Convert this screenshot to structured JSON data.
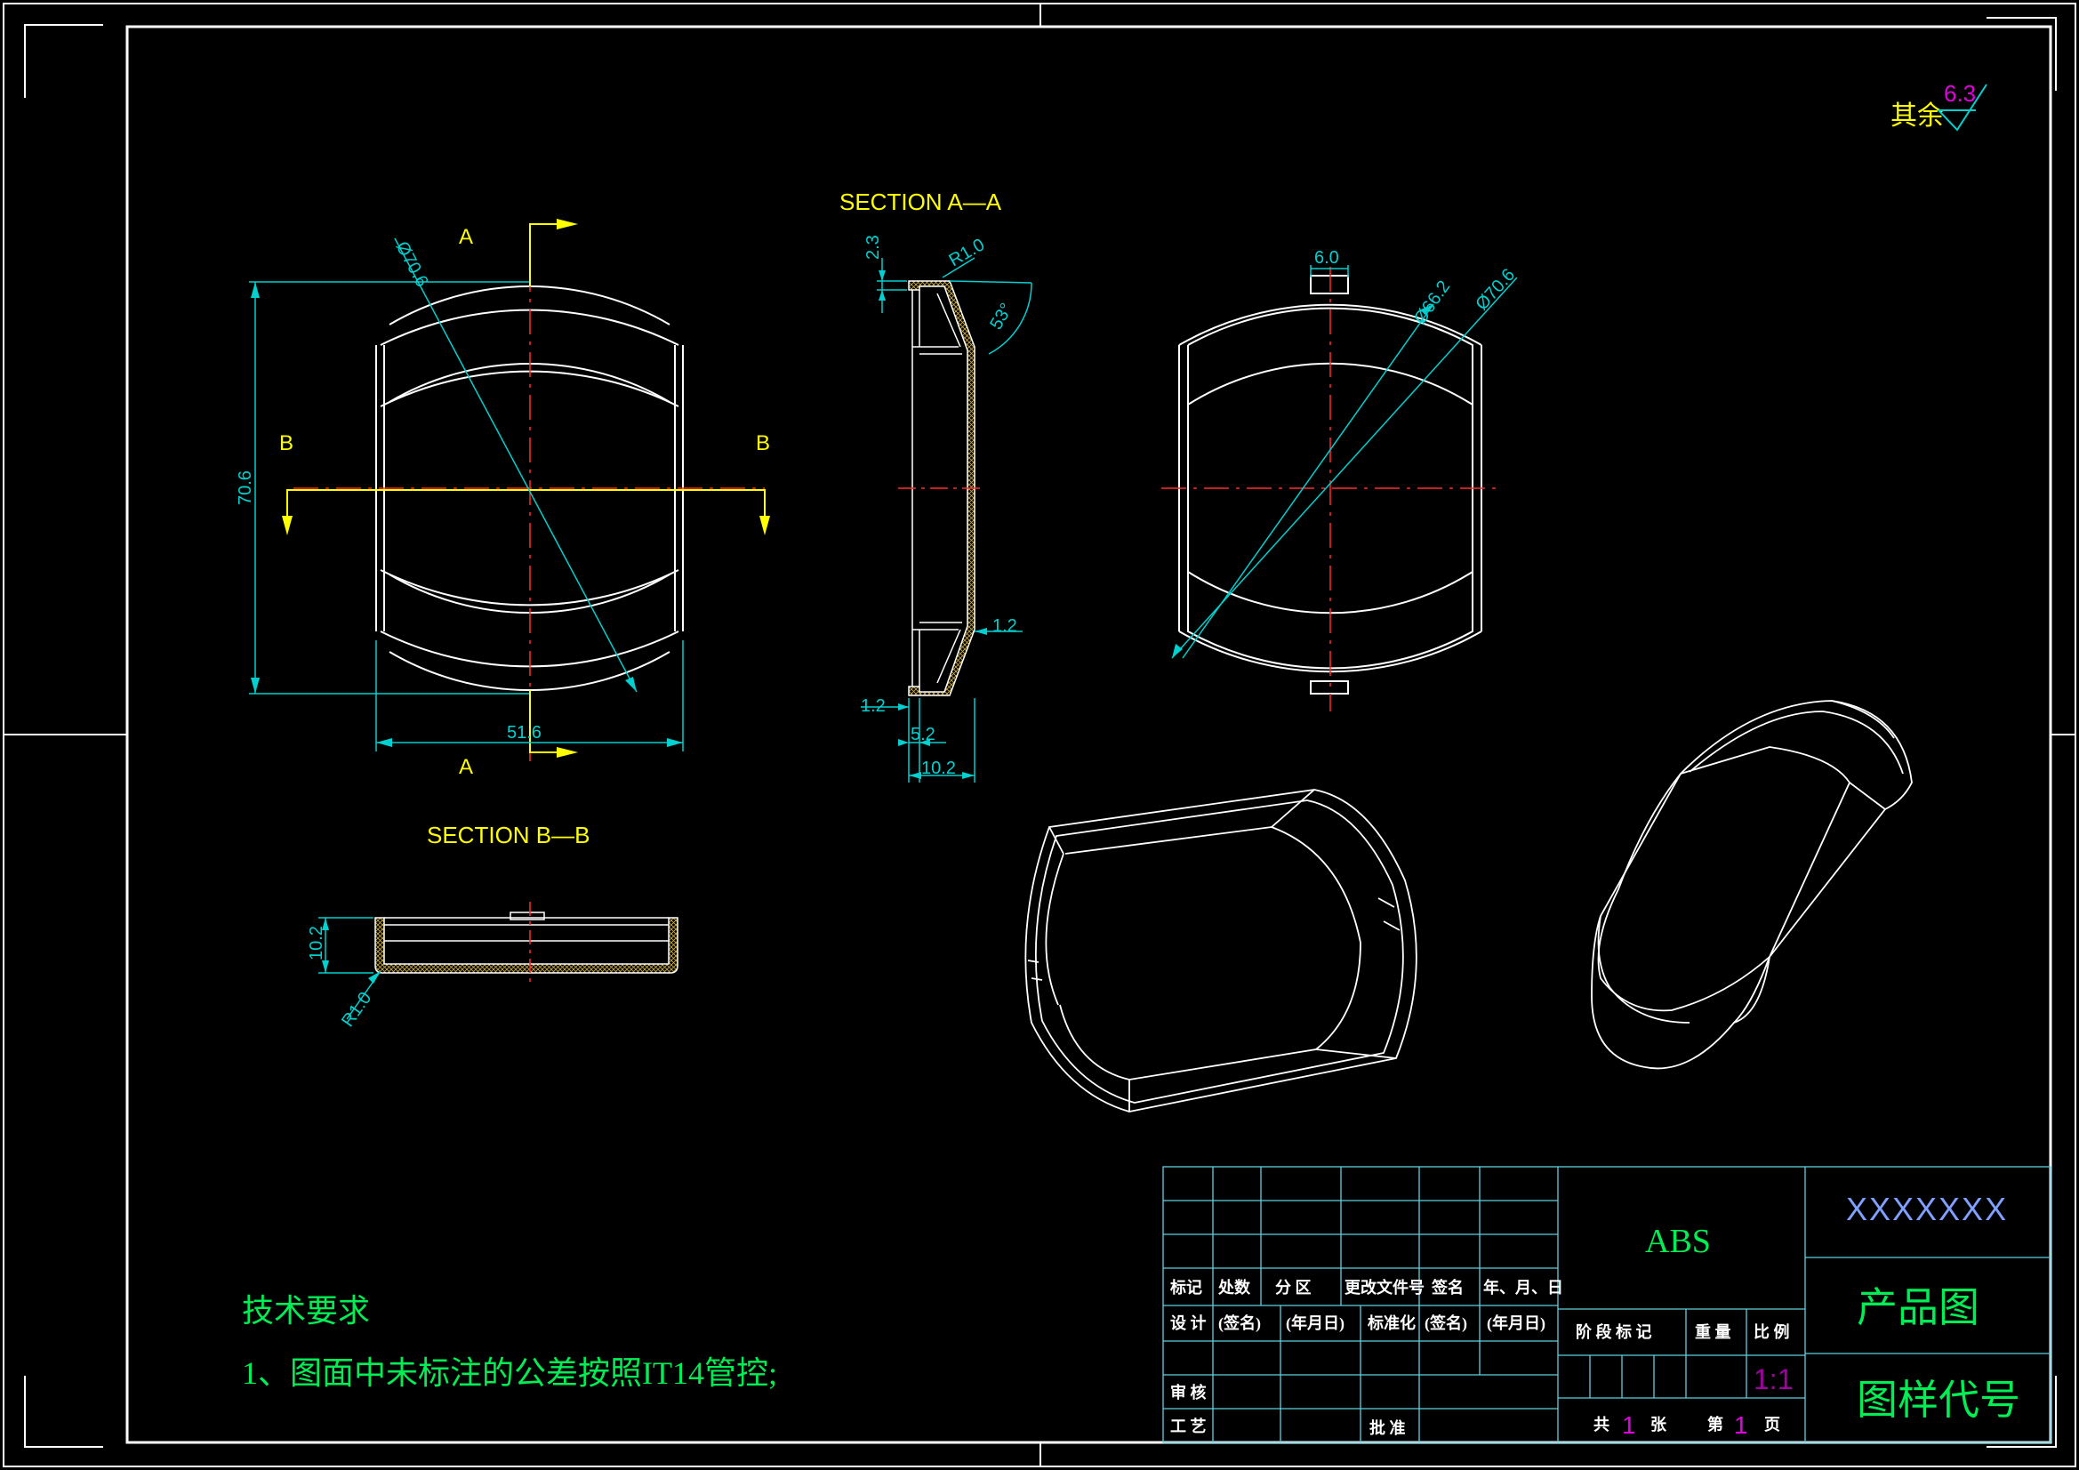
{
  "colors": {
    "background": "#000000",
    "outline": "#ffffff",
    "dimension": "#00d0d0",
    "centerline": "#ff2a2a",
    "section": "#ffff00",
    "hatch": "#c8a840",
    "note": "#00ee55",
    "magenta": "#e000e0",
    "grid": "#5fd0e0"
  },
  "roughness": {
    "label": "其余",
    "value": "6.3"
  },
  "front_view": {
    "section_A_top": "A",
    "section_A_bottom": "A",
    "section_B_left": "B",
    "section_B_right": "B",
    "dim_diameter": "Ø70.6",
    "dim_height": "70.6",
    "dim_width": "51.6"
  },
  "section_aa": {
    "title": "SECTION  A—A",
    "dim_top": "2.3",
    "dim_radius": "R1.0",
    "dim_angle": "53°",
    "dim_wall": "1.2",
    "dim_left": "1.2",
    "dim_mid": "5.2",
    "dim_total": "10.2"
  },
  "section_bb": {
    "title": "SECTION  B—B",
    "dim_height": "10.2",
    "dim_radius": "R1.0"
  },
  "rear_view": {
    "dim_slot": "6.0",
    "dim_d1": "Ø66.2",
    "dim_d2": "Ø70.6"
  },
  "notes": {
    "title": "技术要求",
    "line1": "1、图面中未标注的公差按照IT14管控;"
  },
  "title_block": {
    "headers": [
      "标记",
      "处数",
      "分 区",
      "更改文件号",
      "签名",
      "年、月、日"
    ],
    "design": [
      "设 计",
      "(签名)",
      "(年月日)",
      "标准化",
      "(签名)",
      "(年月日)"
    ],
    "review": "审 核",
    "process": "工 艺",
    "approve": "批 准",
    "material": "ABS",
    "stage_headers": [
      "阶 段 标 记",
      "重 量",
      "比 例"
    ],
    "scale": "1:1",
    "sheet_total_label": "共",
    "sheet_total": "1",
    "sheet_unit": "张",
    "sheet_no_label": "第",
    "sheet_no": "1",
    "page_unit": "页",
    "company": "XXXXXXX",
    "drawing_name": "产品图",
    "drawing_code": "图样代号"
  }
}
